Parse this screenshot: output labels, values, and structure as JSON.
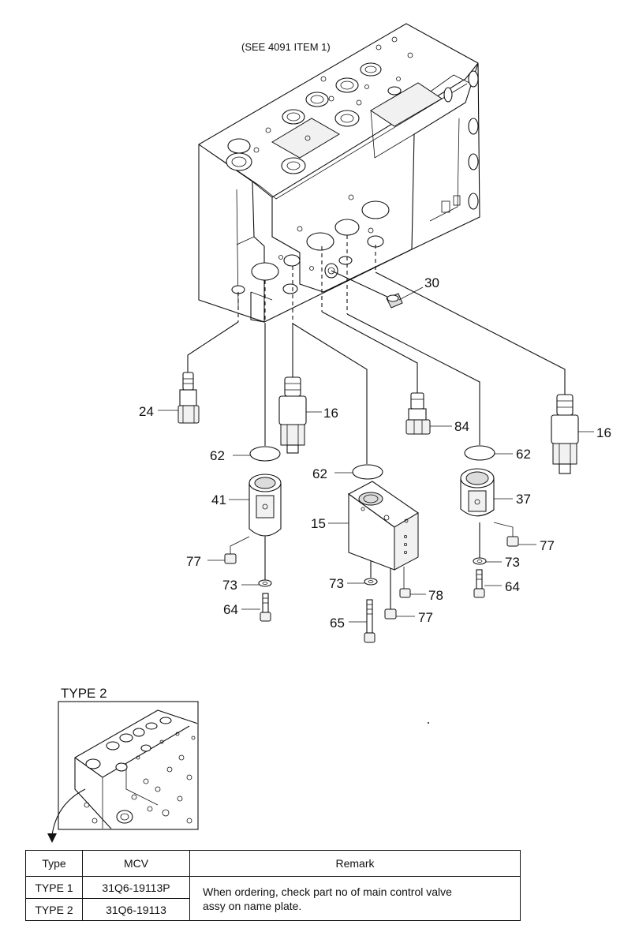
{
  "header": {
    "reference_note": "(SEE 4091 ITEM 1)"
  },
  "callouts": {
    "c30": "30",
    "c24": "24",
    "c16a": "16",
    "c16b": "16",
    "c84": "84",
    "c62a": "62",
    "c62b": "62",
    "c62c": "62",
    "c41": "41",
    "c15": "15",
    "c37": "37",
    "c77a": "77",
    "c77b": "77",
    "c77c": "77",
    "c73a": "73",
    "c73b": "73",
    "c73c": "73",
    "c78": "78",
    "c64a": "64",
    "c64b": "64",
    "c65": "65"
  },
  "inset": {
    "title": "TYPE 2"
  },
  "table": {
    "headers": {
      "type": "Type",
      "mcv": "MCV",
      "remark": "Remark"
    },
    "rows": [
      {
        "type": "TYPE 1",
        "mcv": "31Q6-19113P"
      },
      {
        "type": "TYPE 2",
        "mcv": "31Q6-19113"
      }
    ],
    "remark_line1": "When ordering, check part no of main control valve",
    "remark_line2": "assy on name plate."
  }
}
